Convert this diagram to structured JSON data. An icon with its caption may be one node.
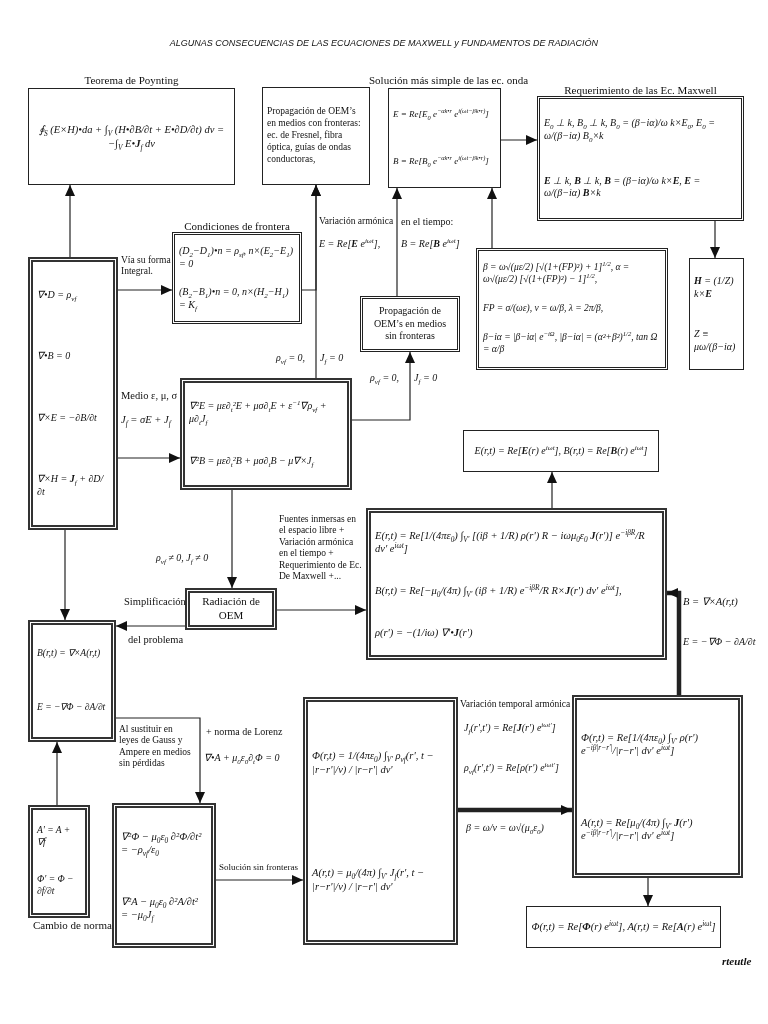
{
  "diagram": {
    "title": "ALGUNAS CONSECUENCIAS DE LAS ECUACIONES DE MAXWELL y FUNDAMENTOS DE RADIACIÓN",
    "nodes": [
      {
        "text": [
          "Teorema de Poynting",
          "∮$_{S}$ (E×H)•da + ∫$_{V}$ (H•∂B/∂t + E•∂D/∂t) dv = −∫$_{V}$ E•**J**$_{f}$ dv"
        ]
      },
      {
        "text": [
          "Propagación de OEM’s en medios con fronteras: ec. de Fresnel, fibra óptica, guías de ondas conductoras,"
        ]
      },
      {
        "text": [
          "Solución más simple de las ec. onda",
          "E = Re[E$_{0}$ e$^{−αk•r}$ e$^{i(ωt−βk•r)}$]",
          "B = Re[B$_{0}$ e$^{−αk•r}$ e$^{i(ωt−βk•r)}$]"
        ]
      },
      {
        "text": [
          "Requerimiento de las Ec.  Maxwell",
          "E$_{0}$ ⊥ k, B$_{0}$ ⊥ k, B$_{0}$ = (β−iα)/ω k×E$_{0}$, E$_{0}$ = ω/(β−iα) B$_{0}$×k",
          "**E** ⊥ k, **B** ⊥ k, **B** = (β−iα)/ω k×**E**, **E** = ω/(β−iα) **B**×k"
        ]
      },
      {
        "text": [
          "Condiciones de frontera",
          "(D$_{2}$−D$_{1}$)•n = ρ$_{sf}$,  n×(E$_{2}$−E$_{1}$) = 0",
          "(B$_{2}$−B$_{1}$)•n = 0,  n×(H$_{2}$−H$_{1}$) = K$_{f}$"
        ]
      },
      {
        "text": [
          "Propagación de OEM’s en medios sin fronteras"
        ]
      },
      {
        "text": [
          "β = ω√(με/2) [√(1+(FP)²) + 1]$^{1/2}$,  α = ω√(με/2) [√(1+(FP)²) − 1]$^{1/2}$,",
          "FP = σ/(ωε),  v = ω/β,  λ = 2π/β,",
          "β−iα = |β−iα| e$^{−iΩ}$,  |β−iα| = (α²+β²)$^{1/2}$,  tan Ω = α/β"
        ]
      },
      {
        "text": [
          "**H** = (1/Z) k×**E**",
          "Z ≡ μω/(β−iα)"
        ]
      },
      {
        "text": [
          "∇•D = ρ$_{vf}$",
          "∇•B = 0",
          "∇×E = −∂B/∂t",
          "∇×H = **J**$_{f}$ + ∂D/∂t"
        ]
      },
      {
        "text": [
          "∇²E = με∂$_{t}$²E + μσ∂$_{t}$E + ε$^{−1}$∇ρ$_{vf}$ + μ∂$_{t}$J$_{f}$",
          "∇²B = με∂$_{t}$²B + μσ∂$_{t}$B − μ∇×J$_{f}$"
        ]
      },
      {
        "text": [
          "E(r,t) = Re[**E**(r) e$^{iωt}$],   B(r,t) = Re[**B**(r) e$^{iωt}$]"
        ]
      },
      {
        "text": [
          "Radiación de OEM"
        ]
      },
      {
        "text": [
          "E(r,t) = Re[1/(4πε$_{0}$) ∫$_{V'}$ [(iβ + 1/R) ρ(r') R − iωμ$_{0}$ε$_{0}$ **J**(r')] e$^{−iβR}$/R dv' e$^{iωt}$]",
          "B(r,t) = Re[−μ$_{0}$/(4π) ∫$_{V'}$ (iβ + 1/R) e$^{−iβR}$/R R×**J**(r') dv' e$^{iωt}$],",
          "ρ(r') = −(1/iω) ∇'•**J**(r')"
        ]
      },
      {
        "text": [
          "B(r,t) = ∇×A(r,t)",
          "E = −∇Φ − ∂A/∂t"
        ]
      },
      {
        "text": [
          "A' = A + ∇f",
          "Φ' = Φ − ∂f/∂t"
        ],
        "beside": [
          "Cambio de norma"
        ]
      },
      {
        "text": [
          "∇²Φ − μ$_{0}$ε$_{0}$ ∂²Φ/∂t² = −ρ$_{vf}$/ε$_{0}$",
          "∇²A − μ$_{0}$ε$_{0}$ ∂²A/∂t² = −μ$_{0}$J$_{f}$"
        ]
      },
      {
        "text": [
          "Φ(r,t) = 1/(4πε$_{0}$) ∫$_{V'}$ ρ$_{vf}$(r', t − |r−r'|/v) / |r−r'| dv'",
          "A(r,t) = μ$_{0}$/(4π) ∫$_{V'}$ J$_{f}$(r', t − |r−r'|/v) / |r−r'| dv'"
        ]
      },
      {
        "text": [
          "Φ(r,t) = Re[1/(4πε$_{0}$) ∫$_{V'}$ ρ(r') e$^{−iβ|r−r'|}$/|r−r'| dv' e$^{iωt}$]",
          "A(r,t) = Re[μ$_{0}$/(4π) ∫$_{V'}$ **J**(r') e$^{−iβ|r−r'|}$/|r−r'| dv' e$^{iωt}$]"
        ]
      },
      {
        "text": [
          "Φ(r,t) = Re[**Φ**(r) e$^{iωt}$],   A(r,t) = Re[**A**(r) e$^{iωt}$]"
        ]
      }
    ],
    "edges": [
      {
        "from": 8,
        "to": 0,
        "arrow": "to"
      },
      {
        "from": 8,
        "to": 4,
        "arrow": "to"
      },
      {
        "from": 8,
        "to": 9,
        "arrow": "to"
      },
      {
        "from": 8,
        "to": 13,
        "arrow": "to"
      },
      {
        "from": 9,
        "to": 1,
        "arrow": "to"
      },
      {
        "from": 4,
        "to": 1,
        "arrow": "to"
      },
      {
        "from": 9,
        "to": 5,
        "arrow": "to"
      },
      {
        "from": 5,
        "to": 2,
        "arrow": "to"
      },
      {
        "from": 6,
        "to": 2,
        "arrow": "to"
      },
      {
        "from": 2,
        "to": 3,
        "arrow": "to"
      },
      {
        "from": 3,
        "to": 7,
        "arrow": "to"
      },
      {
        "from": 9,
        "to": 11,
        "arrow": "to"
      },
      {
        "from": 11,
        "to": 13,
        "arrow": "to"
      },
      {
        "from": 11,
        "to": 12,
        "arrow": "to"
      },
      {
        "from": 12,
        "to": 10,
        "arrow": "to"
      },
      {
        "from": 13,
        "to": 15,
        "arrow": "to"
      },
      {
        "from": 14,
        "to": 13,
        "arrow": "to"
      },
      {
        "from": 15,
        "to": 16,
        "arrow": "to"
      },
      {
        "from": 16,
        "to": 17,
        "arrow": "to",
        "style": "thick"
      },
      {
        "from": 17,
        "to": 18,
        "arrow": "to"
      },
      {
        "from": 17,
        "to": 12,
        "arrow": "to",
        "style": "thick"
      }
    ],
    "labels": [
      "Variación armónica",
      "en el tiempo:",
      "E = Re[**E** e$^{iωt}$],",
      "B = Re[**B** e$^{iωt}$]",
      "Vía su forma Integral.",
      "ρ$_{vf}$ = 0,",
      "J$_{f}$ = 0",
      "ρ$_{vf}$ = 0,",
      "J$_{f}$ = 0",
      "Medio ε, μ, σ",
      "J$_{f}$ = σE + J$_{f}$",
      "Fuentes inmersas en el espacio libre + Variación armónica en el tiempo + Requerimiento de Ec. De Maxwell +...",
      "ρ$_{vf}$ ≠ 0,  J$_{f}$ ≠ 0",
      "Simplificación",
      "B = ∇×A(r,t)",
      "del problema",
      "E = −∇Φ − ∂A/∂t",
      "Variación temporal armónica",
      "Al sustituir en leyes de Gauss y Ampere en medios sin pérdidas",
      "+ norma de Lorenz",
      "J$_{f}$(r',t') = Re[**J**(r') e$^{iωt'}$]",
      "∇•A + μ$_{0}$ε$_{0}$∂$_{t}$Φ = 0",
      "ρ$_{vf}$(r',t') = Re[ρ(r') e$^{iωt'}$]",
      "β = ω/v = ω√(μ$_{0}$ε$_{0}$)",
      "Solución sin fronteras",
      "rteutle"
    ]
  }
}
